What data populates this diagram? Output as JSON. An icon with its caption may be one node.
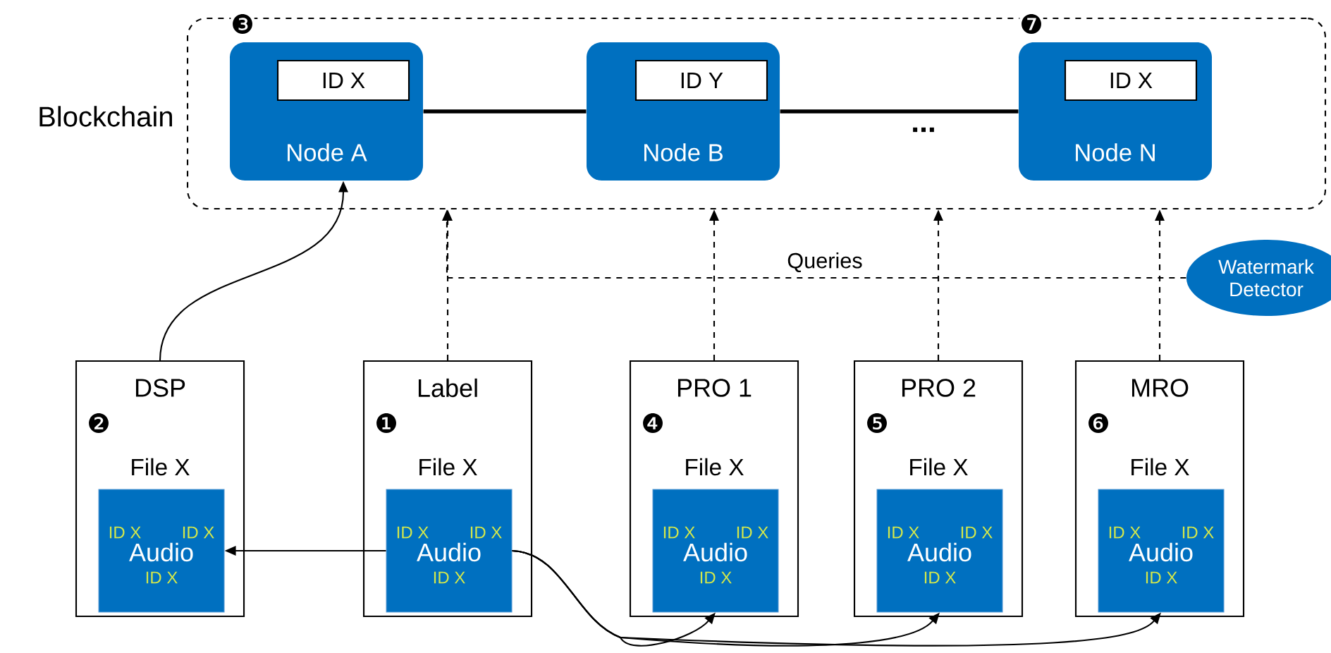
{
  "diagram": {
    "nodes": [
      {
        "text": [
          "Blockchain"
        ]
      },
      {
        "text": [
          "Node A"
        ],
        "in": 0,
        "beside": [
          "❸"
        ]
      },
      {
        "text": [
          "ID X"
        ],
        "in": 1
      },
      {
        "text": [
          "Node B"
        ],
        "in": 0
      },
      {
        "text": [
          "ID Y"
        ],
        "in": 3
      },
      {
        "text": [
          "Node N"
        ],
        "in": 0,
        "beside": [
          "❼"
        ]
      },
      {
        "text": [
          "ID X"
        ],
        "in": 5
      },
      {
        "text": [
          "Watermark Detector"
        ]
      },
      {
        "text": [
          "DSP",
          "❷",
          "File  X"
        ]
      },
      {
        "text": [
          "ID X",
          "ID X",
          "Audio",
          "ID X"
        ],
        "in": 8
      },
      {
        "text": [
          "Label",
          "❶",
          "File  X"
        ]
      },
      {
        "text": [
          "ID X",
          "ID X",
          "Audio",
          "ID X"
        ],
        "in": 10
      },
      {
        "text": [
          "PRO 1",
          "❹",
          "File  X"
        ]
      },
      {
        "text": [
          "ID X",
          "ID X",
          "Audio",
          "ID X"
        ],
        "in": 12
      },
      {
        "text": [
          "PRO 2",
          "❺",
          "File  X"
        ]
      },
      {
        "text": [
          "ID X",
          "ID X",
          "Audio",
          "ID X"
        ],
        "in": 14
      },
      {
        "text": [
          "MRO",
          "❻",
          "File  X"
        ]
      },
      {
        "text": [
          "ID X",
          "ID X",
          "Audio",
          "ID X"
        ],
        "in": 16
      }
    ],
    "edges": [
      {
        "from": 1,
        "to": 3,
        "arrow": "none",
        "style": "thick"
      },
      {
        "from": 3,
        "to": 5,
        "arrow": "none",
        "style": "thick",
        "label": "..."
      },
      {
        "from": 8,
        "to": 1,
        "arrow": "to"
      },
      {
        "from": 10,
        "to": 0,
        "arrow": "to",
        "style": "dashed"
      },
      {
        "from": 12,
        "to": 0,
        "arrow": "to",
        "style": "dashed"
      },
      {
        "from": 14,
        "to": 0,
        "arrow": "to",
        "style": "dashed"
      },
      {
        "from": 16,
        "to": 0,
        "arrow": "to",
        "style": "dashed"
      },
      {
        "from": 7,
        "to": 0,
        "arrow": "to",
        "style": "dashed",
        "label": "Queries"
      },
      {
        "from": 11,
        "to": 9,
        "arrow": "to"
      },
      {
        "from": 11,
        "to": 13,
        "arrow": "to"
      },
      {
        "from": 11,
        "to": 15,
        "arrow": "to"
      },
      {
        "from": 11,
        "to": 17,
        "arrow": "to"
      }
    ]
  }
}
